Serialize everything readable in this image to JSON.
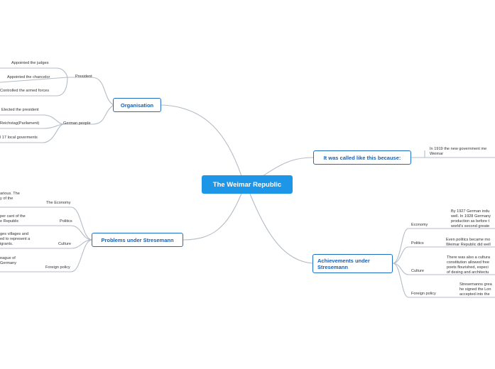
{
  "central": "The Weimar Republic",
  "organisation": {
    "title": "Organisation",
    "president": {
      "label": "President",
      "items": [
        "Appointed the judges",
        "Appointed the chancelor",
        "Controlled the armed forces"
      ]
    },
    "german_people": {
      "label": "German people",
      "items": [
        "Elected the president",
        "Reichstag(Parilament)",
        "l 17 local goverments"
      ]
    }
  },
  "problems": {
    "title": "Problems under Stresemann",
    "economy": {
      "label": "The Economy",
      "lines": [
        "arious. The",
        "y of the"
      ]
    },
    "politics": {
      "label": "Politics",
      "lines": [
        "per cant of the",
        "e Republic"
      ]
    },
    "culture": {
      "label": "Culture",
      "lines": [
        "ges villages and",
        "ed to represent a",
        "igrants."
      ]
    },
    "foreign": {
      "label": "Foreign policy",
      "lines": [
        "eague of",
        "Germany"
      ]
    }
  },
  "called": {
    "title": "It was called like this because:",
    "lines": [
      "In 1919 the new government me",
      "Weimar"
    ]
  },
  "achievements": {
    "title_lines": [
      "Achievements under",
      "Stresemann"
    ],
    "economy": {
      "label": "Economy",
      "lines": [
        "By 1927 German indu",
        "well. In 1928 Germany",
        "production as before t",
        "world's second greate"
      ]
    },
    "politics": {
      "label": "Politics",
      "lines": [
        "Even politics became mo",
        "Weimar Republic did well"
      ]
    },
    "culture": {
      "label": "Culture",
      "lines": [
        "There was also a cultura",
        "constitution allowed free",
        "poets flourished, especi",
        "of desing and architectu"
      ]
    },
    "foreign": {
      "label": "Foreign policy",
      "lines": [
        "Stresemanns grea",
        "he signed the Lon",
        "accepted into the"
      ]
    }
  },
  "colors": {
    "central": "#1e96e8",
    "border": "#1e6fc4",
    "link": "#b4bcc6"
  }
}
